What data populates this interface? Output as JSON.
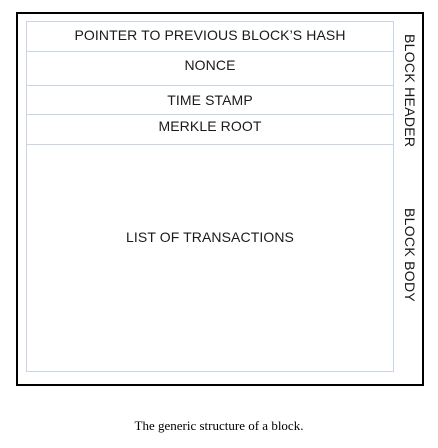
{
  "diagram": {
    "header_fields": [
      "POINTER TO PREVIOUS BLOCK’S HASH",
      "NONCE",
      "TIME STAMP",
      "MERKLE ROOT"
    ],
    "body_field": "LIST OF TRANSACTIONS",
    "header_label": "BLOCK HEADER",
    "body_label": "BLOCK BODY",
    "caption": "The generic structure of a block.",
    "colors": {
      "outer_border": "#000000",
      "divider": "#c9d4e8",
      "text": "#1a1a1a"
    }
  }
}
